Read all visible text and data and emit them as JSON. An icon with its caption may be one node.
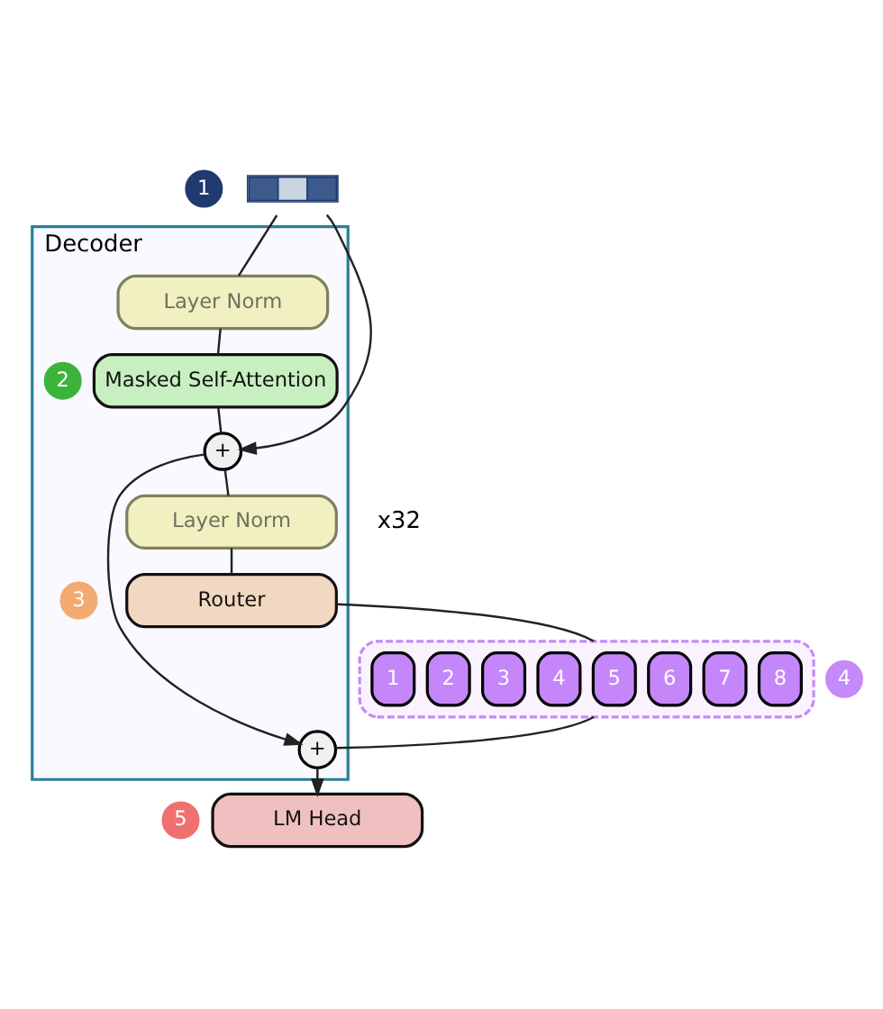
{
  "diagram": {
    "nodes": [
      {
        "text": [
          "1"
        ]
      },
      {
        "text": [],
        "shape": "box"
      },
      {
        "text": [
          "Decoder"
        ]
      },
      {
        "text": [
          "Layer Norm"
        ],
        "in": 2
      },
      {
        "text": [
          "2"
        ],
        "in": 2
      },
      {
        "text": [
          "Masked Self-Attention"
        ],
        "in": 2
      },
      {
        "text": [
          "+"
        ],
        "in": 2
      },
      {
        "text": [
          "Layer Norm"
        ],
        "in": 2
      },
      {
        "text": [
          "3"
        ],
        "in": 2
      },
      {
        "text": [
          "Router"
        ],
        "in": 2
      },
      {
        "text": [
          "4"
        ]
      },
      {
        "text": [],
        "shape": "box"
      },
      {
        "text": [
          "1"
        ],
        "in": 11
      },
      {
        "text": [
          "2"
        ],
        "in": 11
      },
      {
        "text": [
          "3"
        ],
        "in": 11
      },
      {
        "text": [
          "4"
        ],
        "in": 11
      },
      {
        "text": [
          "5"
        ],
        "in": 11
      },
      {
        "text": [
          "6"
        ],
        "in": 11
      },
      {
        "text": [
          "7"
        ],
        "in": 11
      },
      {
        "text": [
          "8"
        ],
        "in": 11
      },
      {
        "text": [
          "+"
        ],
        "in": 2
      },
      {
        "text": [
          "5"
        ]
      },
      {
        "text": [
          "LM Head"
        ]
      }
    ],
    "edges": [
      {
        "from": 1,
        "to": 3,
        "arrow": "none"
      },
      {
        "from": 1,
        "to": 6,
        "arrow": "to"
      },
      {
        "from": 3,
        "to": 5,
        "arrow": "none"
      },
      {
        "from": 5,
        "to": 6,
        "arrow": "none"
      },
      {
        "from": 6,
        "to": 7,
        "arrow": "none"
      },
      {
        "from": 6,
        "to": 20,
        "arrow": "to"
      },
      {
        "from": 7,
        "to": 9,
        "arrow": "none"
      },
      {
        "from": 9,
        "to": 11,
        "arrow": "none"
      },
      {
        "from": 11,
        "to": 20,
        "arrow": "none"
      },
      {
        "from": 20,
        "to": 22,
        "arrow": "to"
      }
    ],
    "labels": [
      "x32"
    ]
  }
}
